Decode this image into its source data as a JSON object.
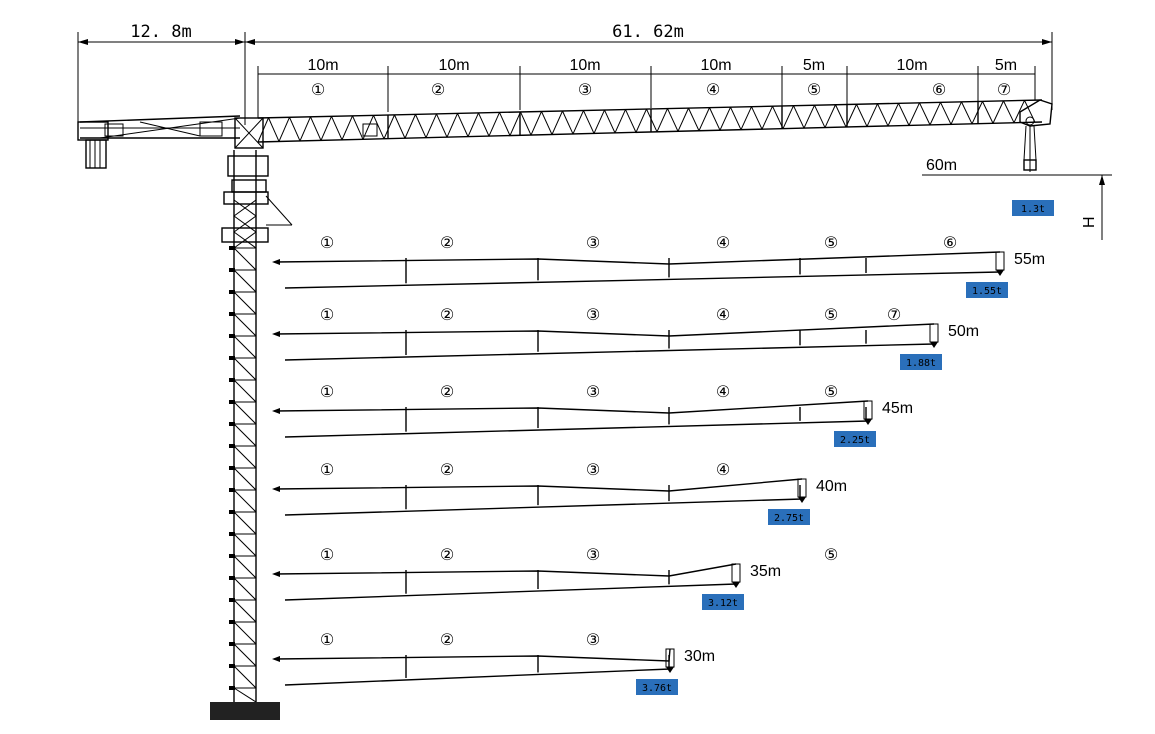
{
  "dimensions": {
    "counter_jib": "12. 8m",
    "main_jib": "61. 62m",
    "sections": [
      "10m",
      "10m",
      "10m",
      "10m",
      "5m",
      "10m",
      "5m"
    ],
    "section_numbers": [
      "①",
      "②",
      "③",
      "④",
      "⑤",
      "⑥",
      "⑦"
    ],
    "radius_label": "60m",
    "height_label": "H",
    "tip_load": "1.3t"
  },
  "configurations": [
    {
      "sections": [
        "①",
        "②",
        "③",
        "④",
        "⑤",
        "⑥"
      ],
      "length": "55m",
      "load": "1.55t"
    },
    {
      "sections": [
        "①",
        "②",
        "③",
        "④",
        "⑤",
        "⑦"
      ],
      "length": "50m",
      "load": "1.88t"
    },
    {
      "sections": [
        "①",
        "②",
        "③",
        "④",
        "⑤"
      ],
      "length": "45m",
      "load": "2.25t"
    },
    {
      "sections": [
        "①",
        "②",
        "③",
        "④"
      ],
      "length": "40m",
      "load": "2.75t"
    },
    {
      "sections": [
        "①",
        "②",
        "③",
        "⑤"
      ],
      "length": "35m",
      "load": "3.12t"
    },
    {
      "sections": [
        "①",
        "②",
        "③"
      ],
      "length": "30m",
      "load": "3.76t"
    }
  ],
  "colors": {
    "load_badge": "#2a6fba",
    "line": "#000000"
  }
}
